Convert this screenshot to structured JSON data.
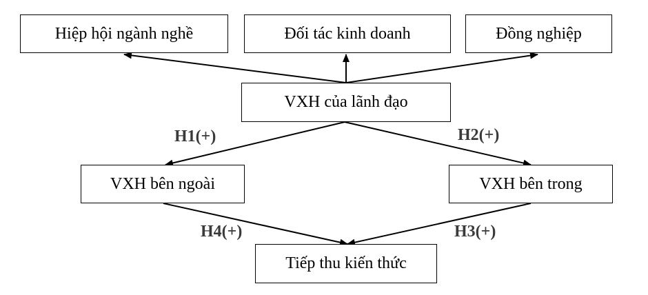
{
  "title_fragment": "",
  "nodes": {
    "hiep_hoi": "Hiệp hội ngành nghề",
    "doi_tac": "Đối tác kinh doanh",
    "dong_nghiep": "Đồng nghiệp",
    "vxh_lanh_dao": "VXH của lãnh đạo",
    "vxh_ben_ngoai": "VXH bên ngoài",
    "vxh_ben_trong": "VXH bên trong",
    "tiep_thu": "Tiếp thu kiến thức"
  },
  "hypotheses": {
    "h1": "H1(+)",
    "h2": "H2(+)",
    "h3": "H3(+)",
    "h4": "H4(+)"
  },
  "colors": {
    "line": "#000000",
    "hypothesis_label": "#3a3a3a"
  }
}
